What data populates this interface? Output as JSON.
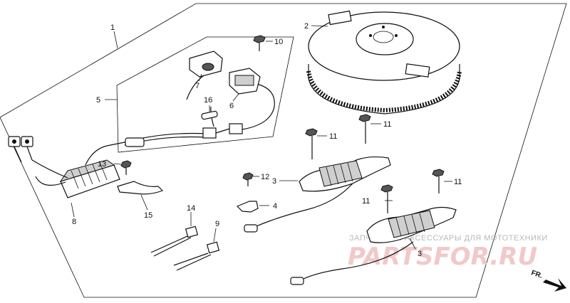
{
  "diagram": {
    "callouts": {
      "c1": "1",
      "c2": "2",
      "c3a": "3",
      "c3b": "3",
      "c4": "4",
      "c5": "5",
      "c6": "6",
      "c7": "7",
      "c8": "8",
      "c9": "9",
      "c10": "10",
      "c11a": "11",
      "c11b": "11",
      "c11c": "11",
      "c11d": "11",
      "c12": "12",
      "c13": "13",
      "c14": "14",
      "c15": "15",
      "c16": "16"
    },
    "direction_label": "FR.",
    "watermark": {
      "caption": "ЗАПЧАСТИ И АКСЕССУАРЫ ДЛЯ МОТОТЕХНИКИ",
      "brand": "PARTSFOR.RU"
    }
  }
}
